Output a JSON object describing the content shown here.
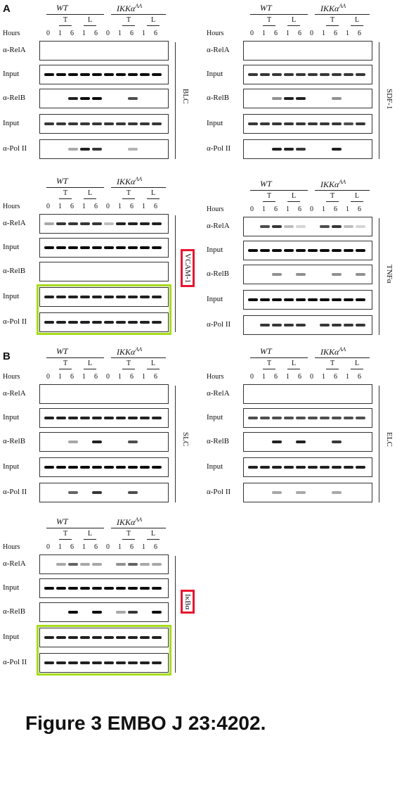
{
  "sections": [
    "A",
    "B"
  ],
  "header": {
    "group_wt": "WT",
    "group_ikk": "IKKα",
    "group_ikk_sup": "AA",
    "treat_t": "T",
    "treat_l": "L",
    "hours_label": "Hours",
    "hours": [
      "0",
      "1",
      "6",
      "1",
      "6",
      "0",
      "1",
      "6",
      "1",
      "6"
    ]
  },
  "row_labels": {
    "relA": "α-RelA",
    "input": "Input",
    "relB": "α-RelB",
    "pol": "α-Pol II"
  },
  "panels": [
    {
      "gene": "BLC",
      "highlight_gene": false,
      "highlight_rows": false,
      "rows": [
        {
          "label": "relA",
          "bands": [
            0,
            0,
            0,
            0,
            0,
            0,
            0,
            0,
            0,
            0
          ]
        },
        {
          "label": "input",
          "bands": [
            1,
            1,
            1,
            1,
            1,
            1,
            1,
            1,
            1,
            1
          ]
        },
        {
          "label": "relB",
          "bands": [
            0,
            0,
            0.9,
            1,
            1,
            0,
            0,
            0.7,
            0,
            0
          ]
        },
        {
          "label": "input",
          "bands": [
            0.8,
            0.8,
            0.8,
            0.8,
            0.8,
            0.8,
            0.8,
            0.8,
            0.8,
            0.8
          ]
        },
        {
          "label": "pol",
          "bands": [
            0,
            0,
            0.3,
            0.9,
            0.8,
            0,
            0,
            0.25,
            0,
            0
          ]
        }
      ]
    },
    {
      "gene": "SDF-1",
      "highlight_gene": false,
      "highlight_rows": false,
      "rows": [
        {
          "label": "relA",
          "bands": [
            0,
            0,
            0,
            0,
            0,
            0,
            0,
            0,
            0,
            0
          ]
        },
        {
          "label": "input",
          "bands": [
            0.8,
            0.8,
            0.8,
            0.8,
            0.8,
            0.8,
            0.8,
            0.8,
            0.8,
            0.8
          ]
        },
        {
          "label": "relB",
          "bands": [
            0,
            0,
            0.4,
            0.9,
            0.9,
            0,
            0,
            0.4,
            0,
            0
          ]
        },
        {
          "label": "input",
          "bands": [
            0.8,
            0.8,
            0.8,
            0.8,
            0.8,
            0.8,
            0.8,
            0.8,
            0.7,
            0.8
          ]
        },
        {
          "label": "pol",
          "bands": [
            0,
            0,
            0.9,
            0.9,
            0.8,
            0,
            0,
            0.9,
            0,
            0
          ]
        }
      ]
    },
    {
      "gene": "VCAM-1",
      "highlight_gene": true,
      "highlight_rows": true,
      "rows": [
        {
          "label": "relA",
          "bands": [
            0.3,
            0.8,
            0.8,
            0.8,
            0.8,
            0.2,
            0.9,
            0.9,
            0.9,
            0.9
          ]
        },
        {
          "label": "input",
          "bands": [
            1,
            1,
            1,
            1,
            1,
            1,
            1,
            1,
            1,
            1
          ]
        },
        {
          "label": "relB",
          "bands": [
            0,
            0,
            0,
            0,
            0,
            0,
            0,
            0,
            0,
            0
          ]
        },
        {
          "label": "input",
          "bands": [
            0.9,
            0.9,
            0.9,
            0.9,
            0.9,
            0.9,
            0.9,
            0.9,
            0.9,
            0.9
          ]
        },
        {
          "label": "pol",
          "bands": [
            0.9,
            0.9,
            0.9,
            0.9,
            0.9,
            0.9,
            0.9,
            0.9,
            0.9,
            0.9
          ]
        }
      ]
    },
    {
      "gene": "TNFα",
      "highlight_gene": false,
      "highlight_rows": false,
      "rows": [
        {
          "label": "relA",
          "bands": [
            0,
            0.7,
            0.8,
            0.2,
            0.1,
            0,
            0.7,
            0.8,
            0.2,
            0.1
          ]
        },
        {
          "label": "input",
          "bands": [
            1,
            1,
            1,
            1,
            1,
            1,
            1,
            1,
            1,
            1
          ]
        },
        {
          "label": "relB",
          "bands": [
            0,
            0,
            0.4,
            0,
            0.4,
            0,
            0,
            0.4,
            0,
            0.4
          ]
        },
        {
          "label": "input",
          "bands": [
            1,
            1,
            1,
            1,
            1,
            1,
            1,
            1,
            1,
            1
          ]
        },
        {
          "label": "pol",
          "bands": [
            0,
            0.8,
            0.8,
            0.8,
            0.8,
            0,
            0.8,
            0.8,
            0.8,
            0.8
          ]
        }
      ]
    },
    {
      "gene": "SLC",
      "highlight_gene": false,
      "highlight_rows": false,
      "rows": [
        {
          "label": "relA",
          "bands": [
            0,
            0,
            0,
            0,
            0,
            0,
            0,
            0,
            0,
            0
          ]
        },
        {
          "label": "input",
          "bands": [
            0.9,
            0.9,
            0.9,
            0.9,
            0.9,
            0.9,
            0.9,
            0.9,
            0.9,
            0.9
          ]
        },
        {
          "label": "relB",
          "bands": [
            0,
            0,
            0.3,
            0,
            0.9,
            0,
            0,
            0.7,
            0,
            0
          ]
        },
        {
          "label": "input",
          "bands": [
            1,
            1,
            1,
            1,
            1,
            1,
            1,
            1,
            1,
            1
          ]
        },
        {
          "label": "pol",
          "bands": [
            0,
            0,
            0.6,
            0,
            0.8,
            0,
            0,
            0.7,
            0,
            0
          ]
        }
      ]
    },
    {
      "gene": "ELC",
      "highlight_gene": false,
      "highlight_rows": false,
      "rows": [
        {
          "label": "relA",
          "bands": [
            0,
            0,
            0,
            0,
            0,
            0,
            0,
            0,
            0,
            0
          ]
        },
        {
          "label": "input",
          "bands": [
            0.7,
            0.7,
            0.7,
            0.7,
            0.7,
            0.7,
            0.7,
            0.7,
            0.7,
            0.7
          ]
        },
        {
          "label": "relB",
          "bands": [
            0,
            0,
            0.9,
            0,
            0.9,
            0,
            0,
            0.8,
            0,
            0
          ]
        },
        {
          "label": "input",
          "bands": [
            0.9,
            0.9,
            0.9,
            0.9,
            0.9,
            0.9,
            0.9,
            0.9,
            0.9,
            0.9
          ]
        },
        {
          "label": "pol",
          "bands": [
            0,
            0,
            0.3,
            0,
            0.3,
            0,
            0,
            0.3,
            0,
            0
          ]
        }
      ]
    },
    {
      "gene": "IκBα",
      "highlight_gene": true,
      "highlight_rows": true,
      "rows": [
        {
          "label": "relA",
          "bands": [
            0,
            0.3,
            0.6,
            0.3,
            0.3,
            0,
            0.4,
            0.6,
            0.3,
            0.3
          ]
        },
        {
          "label": "input",
          "bands": [
            1,
            1,
            1,
            1,
            1,
            1,
            1,
            1,
            1,
            1
          ]
        },
        {
          "label": "relB",
          "bands": [
            0,
            0,
            1,
            0,
            1,
            0,
            0.3,
            0.8,
            0,
            1
          ]
        },
        {
          "label": "input",
          "bands": [
            0.9,
            0.9,
            0.9,
            0.9,
            0.9,
            0.9,
            0.9,
            0.9,
            0.9,
            0.9
          ]
        },
        {
          "label": "pol",
          "bands": [
            0.9,
            0.9,
            0.9,
            0.9,
            0.9,
            0.9,
            0.9,
            0.9,
            0.9,
            0.9
          ]
        }
      ]
    }
  ],
  "caption": "Figure 3 EMBO J 23:4202."
}
